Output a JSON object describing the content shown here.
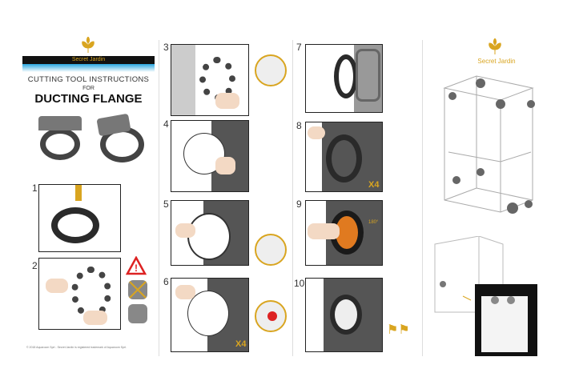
{
  "brand": "Secret Jardin",
  "title": {
    "line1": "CUTTING TOOL INSTRUCTIONS",
    "line2": "FOR",
    "line3": "DUCTING FLANGE"
  },
  "steps": [
    "1",
    "2",
    "3",
    "4",
    "5",
    "6",
    "7",
    "8",
    "9",
    "10"
  ],
  "multiplier": "X4",
  "rotation": "180°",
  "copyright": "© 2018 Aquaroom Sprl - Secret Jardin is registered trademark of Aquaroom Sprl.",
  "colors": {
    "accent": "#d9a520",
    "banner": "#111111",
    "blue": "#2aa7e0"
  }
}
